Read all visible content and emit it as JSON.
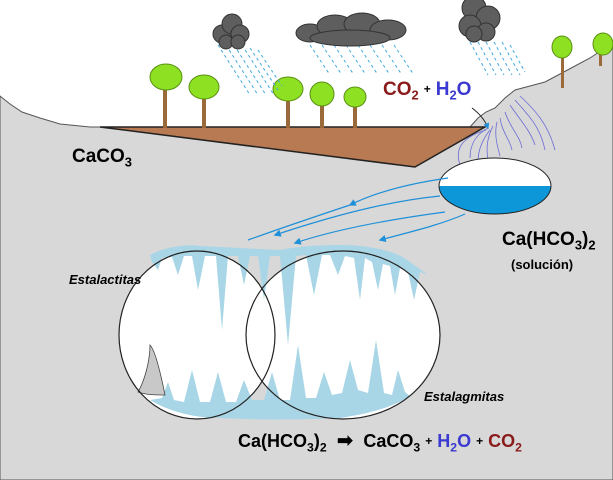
{
  "colors": {
    "rock": "#d8d8d8",
    "soil": "#b87a52",
    "water": "#0d97d8",
    "cave_fill": "#a9d6e6",
    "co2": "#8b1a1a",
    "h2o": "#3a3ad0",
    "tree_foliage": "#8ee023",
    "tree_trunk": "#9a6a3a",
    "cloud": "#5e5e5e",
    "rain": "#3fa9e0"
  },
  "labels": {
    "caco3_main": "CaCO",
    "caco3_sub": "3",
    "infiltration": {
      "co": "CO",
      "co_sub": "2",
      "plus": "+",
      "h": "H",
      "h_sub": "2",
      "o": "O"
    },
    "bicarbonate": {
      "main": "Ca(HCO",
      "sub1": "3",
      "close": ")",
      "sub2": "2"
    },
    "solution": "(solución)",
    "estalactitas": "Estalactitas",
    "estalagmitas": "Estalagmitas",
    "reaction": {
      "left": "Ca(HCO",
      "left_sub1": "3",
      "left_close": ")",
      "left_sub2": "2",
      "arrow": "➡",
      "p1": "CaCO",
      "p1_sub": "3",
      "plus1": "+",
      "h": "H",
      "h_sub": "2",
      "o": "O",
      "plus2": "+",
      "co": "CO",
      "co_sub": "2"
    }
  },
  "icons": [
    "cloud-icon",
    "tree-icon",
    "rain-icon",
    "flow-arrow-icon",
    "reaction-arrow-icon"
  ]
}
